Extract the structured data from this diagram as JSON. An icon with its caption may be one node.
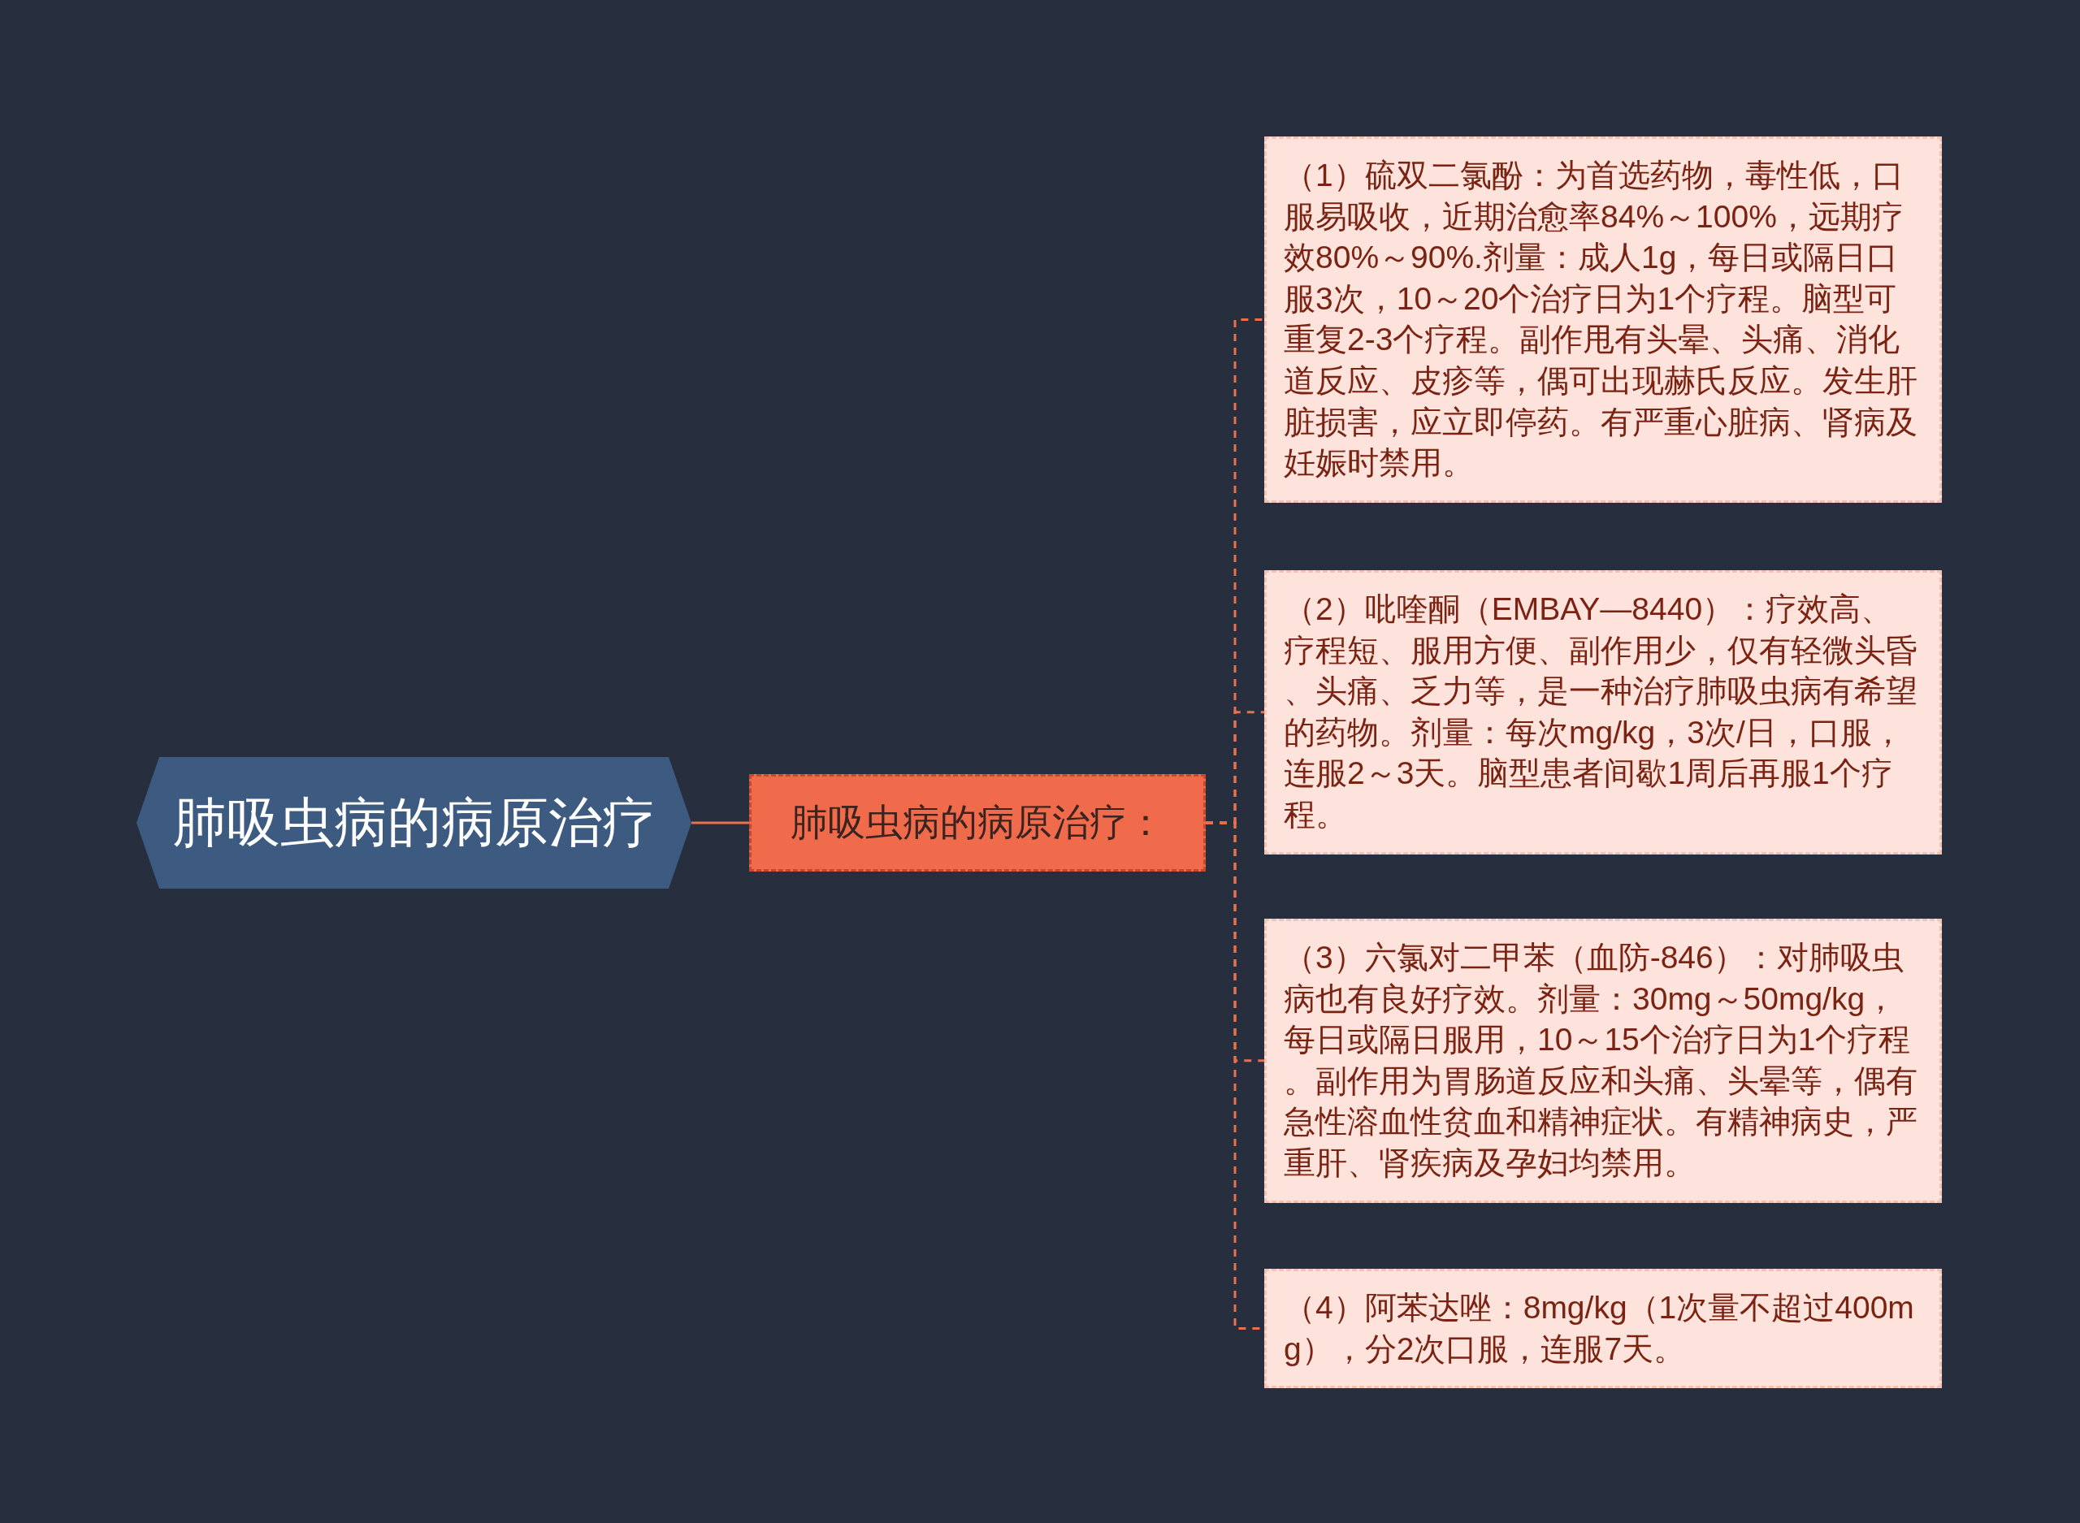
{
  "diagram": {
    "nodes": [
      {
        "text": [
          "肺吸虫病的病原治疗"
        ]
      },
      {
        "text": [
          "肺吸虫病的病原治疗："
        ]
      },
      {
        "text": [
          "（1）硫双二氯酚：为首选药物，毒性低，口服易吸收，近期治愈率84%～100%，远期疗效80%～90%.剂量：成人1g，每日或隔日口服3次，10～20个治疗日为1个疗程。脑型可重复2-3个疗程。副作甩有头晕、头痛、消化道反应、皮疹等，偶可出现赫氏反应。发生肝脏损害，应立即停药。有严重心脏病、肾病及妊娠时禁用。"
        ]
      },
      {
        "text": [
          "（2）吡喹酮（EMBAY—8440）：疗效高、疗程短、服用方便、副作用少，仅有轻微头昏、头痛、乏力等，是一种治疗肺吸虫病有希望的药物。剂量：每次mg/kg，3次/日，口服，连服2～3天。脑型患者间歇1周后再服1个疗程。"
        ]
      },
      {
        "text": [
          "（3）六氯对二甲苯（血防-846）：对肺吸虫病也有良好疗效。剂量：30mg～50mg/kg，每日或隔日服用，10～15个治疗日为1个疗程。副作用为胃肠道反应和头痛、头晕等，偶有急性溶血性贫血和精神症状。有精神病史，严重肝、肾疾病及孕妇均禁用。"
        ]
      },
      {
        "text": [
          "（4）阿苯达唑：8mg/kg（1次量不超过400mg），分2次口服，连服7天。"
        ]
      }
    ],
    "edges": [
      {
        "from": 0,
        "to": 1,
        "arrow": "none"
      },
      {
        "from": 1,
        "to": 2,
        "arrow": "none",
        "style": "dashed"
      },
      {
        "from": 1,
        "to": 3,
        "arrow": "none",
        "style": "dashed"
      },
      {
        "from": 1,
        "to": 4,
        "arrow": "none",
        "style": "dashed"
      },
      {
        "from": 1,
        "to": 5,
        "arrow": "none",
        "style": "dashed"
      }
    ]
  }
}
